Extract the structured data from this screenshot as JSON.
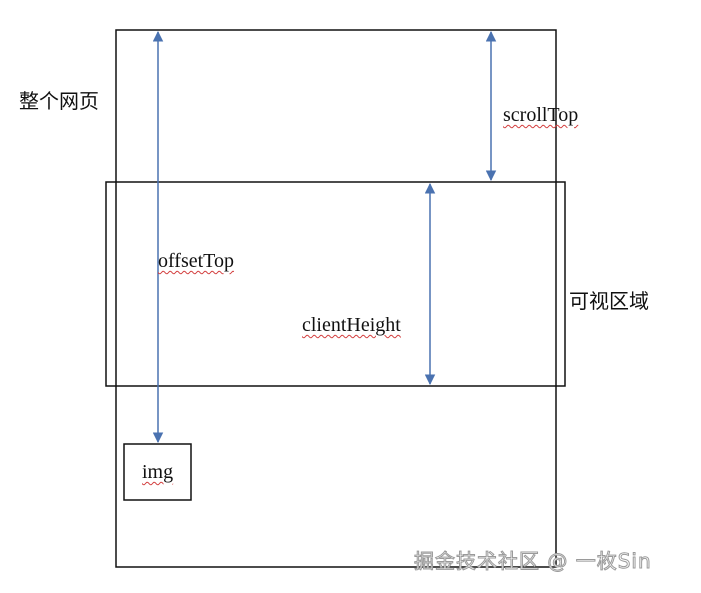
{
  "labels": {
    "whole_page": "整个网页",
    "visible_area": "可视区域",
    "scroll_top": "scrollTop",
    "offset_top": "offsetTop",
    "client_height": "clientHeight",
    "img": "img"
  },
  "watermark": "掘金技术社区 @ 一枚Sin",
  "colors": {
    "box_stroke": "#111111",
    "arrow": "#4a72b0",
    "squiggle": "#d23c3c"
  }
}
